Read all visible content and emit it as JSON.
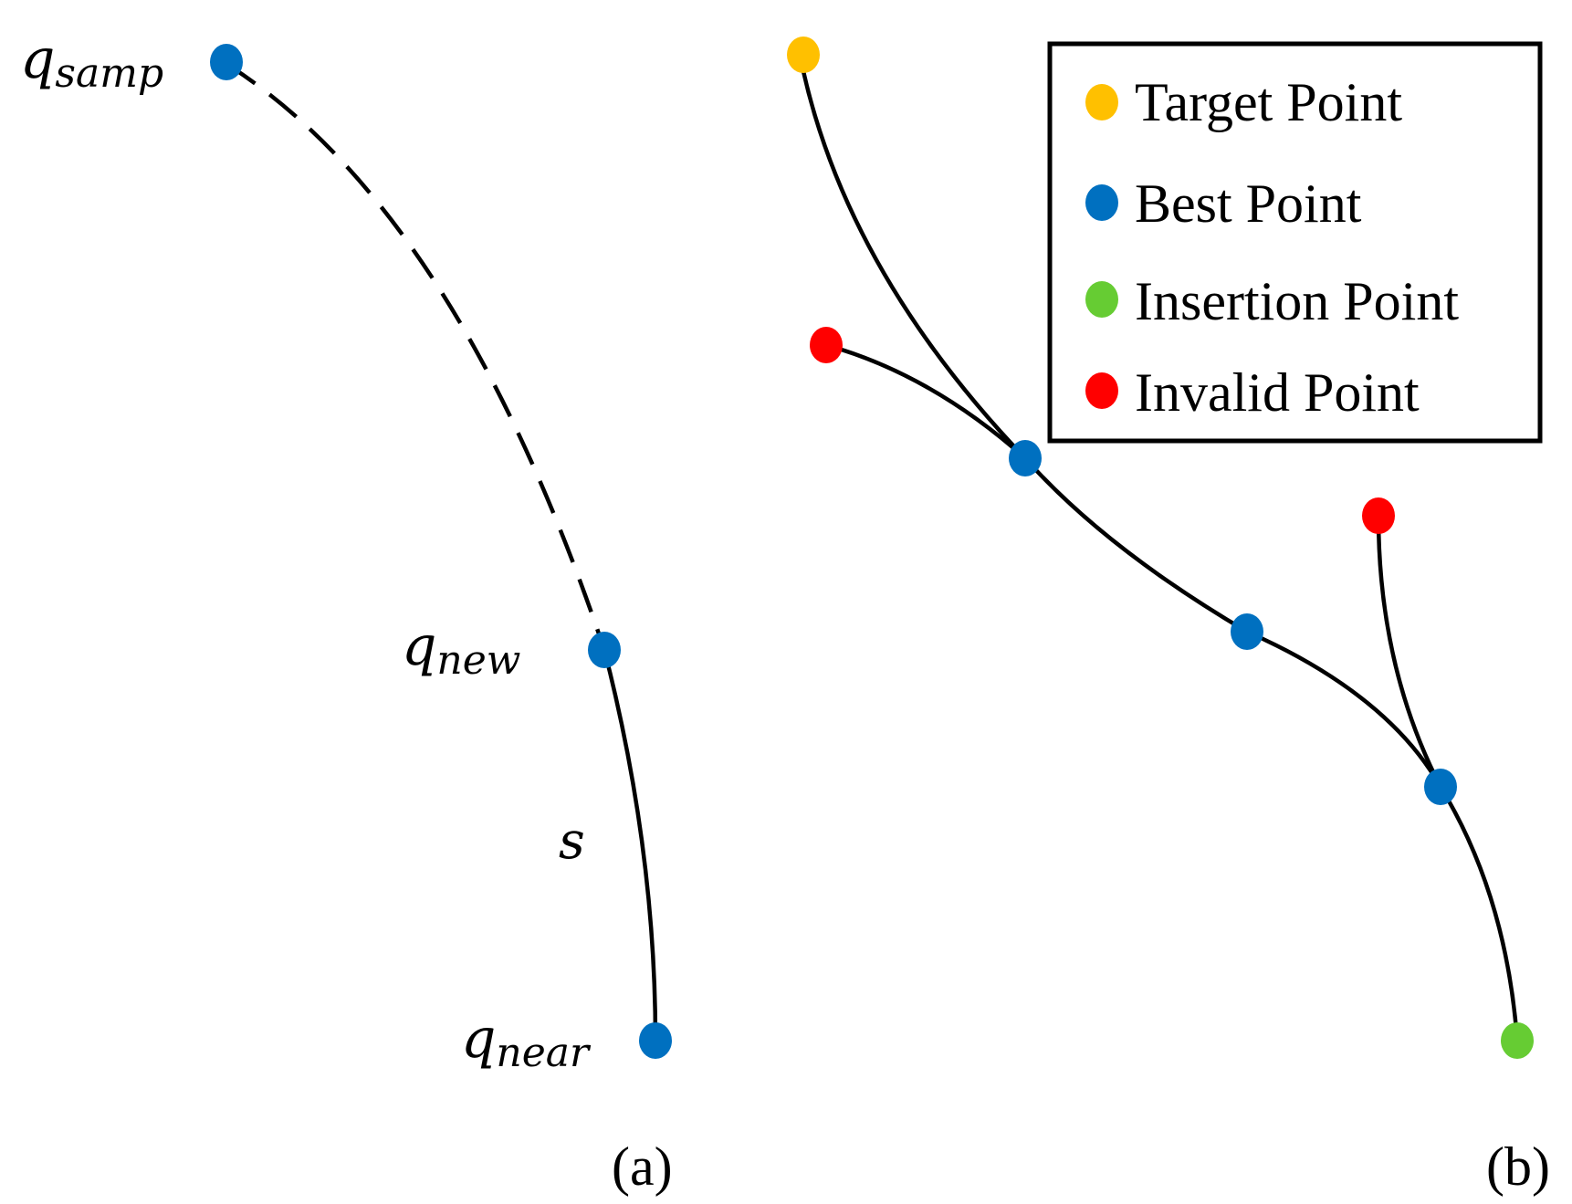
{
  "panel_a": {
    "labels": {
      "q_samp": {
        "base": "q",
        "sub": "samp"
      },
      "q_new": {
        "base": "q",
        "sub": "new"
      },
      "q_near": {
        "base": "q",
        "sub": "near"
      },
      "s": "s"
    },
    "caption": "(a)"
  },
  "panel_b": {
    "caption": "(b)",
    "legend": [
      {
        "label": "Target Point",
        "color": "#FFC000"
      },
      {
        "label": "Best Point",
        "color": "#0070C0"
      },
      {
        "label": "Insertion Point",
        "color": "#66CC33"
      },
      {
        "label": "Invalid Point",
        "color": "#FF0000"
      }
    ]
  },
  "colors": {
    "best": "#0070C0",
    "target": "#FFC000",
    "insertion": "#66CC33",
    "invalid": "#FF0000",
    "line": "#000000"
  }
}
